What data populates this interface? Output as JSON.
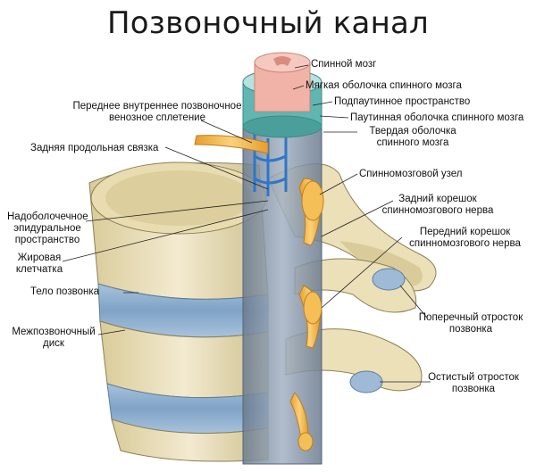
{
  "title": "Позвоночный канал",
  "labels": {
    "spinal_cord": "Спинной мозг",
    "pia_mater": "Мягкая оболочка спинного мозга",
    "subarachnoid": "Подпаутинное пространство",
    "arachnoid": "Паутинная оболочка спинного мозга",
    "dura_1": "Твердая оболочка",
    "dura_2": "спинного мозга",
    "venous_1": "Переднее внутреннее позвоночное",
    "venous_2": "венозное сплетение",
    "post_ligament": "Задняя продольная связка",
    "ganglion": "Спинномозговой узел",
    "post_root_1": "Задний корешок",
    "post_root_2": "спинномозгового нерва",
    "ant_root_1": "Передний корешок",
    "ant_root_2": "спинномозгового нерва",
    "epidural_1": "Надоболочечное",
    "epidural_2": "эпидуральное",
    "epidural_3": "пространство",
    "fat_1": "Жировая",
    "fat_2": "клетчатка",
    "body": "Тело позвонка",
    "disc_1": "Межпозвоночный",
    "disc_2": "диск",
    "transverse_1": "Поперечный отросток",
    "transverse_2": "позвонка",
    "spinous_1": "Остистый отросток",
    "spinous_2": "позвонка"
  },
  "colors": {
    "bone": "#efe5c0",
    "bone_shade": "#c9bd8e",
    "disc": "#8fb0cf",
    "dura": "#7f8fa3",
    "nerve": "#f2b84a",
    "cord": "#f1b3a8",
    "vein": "#2f76c9"
  }
}
